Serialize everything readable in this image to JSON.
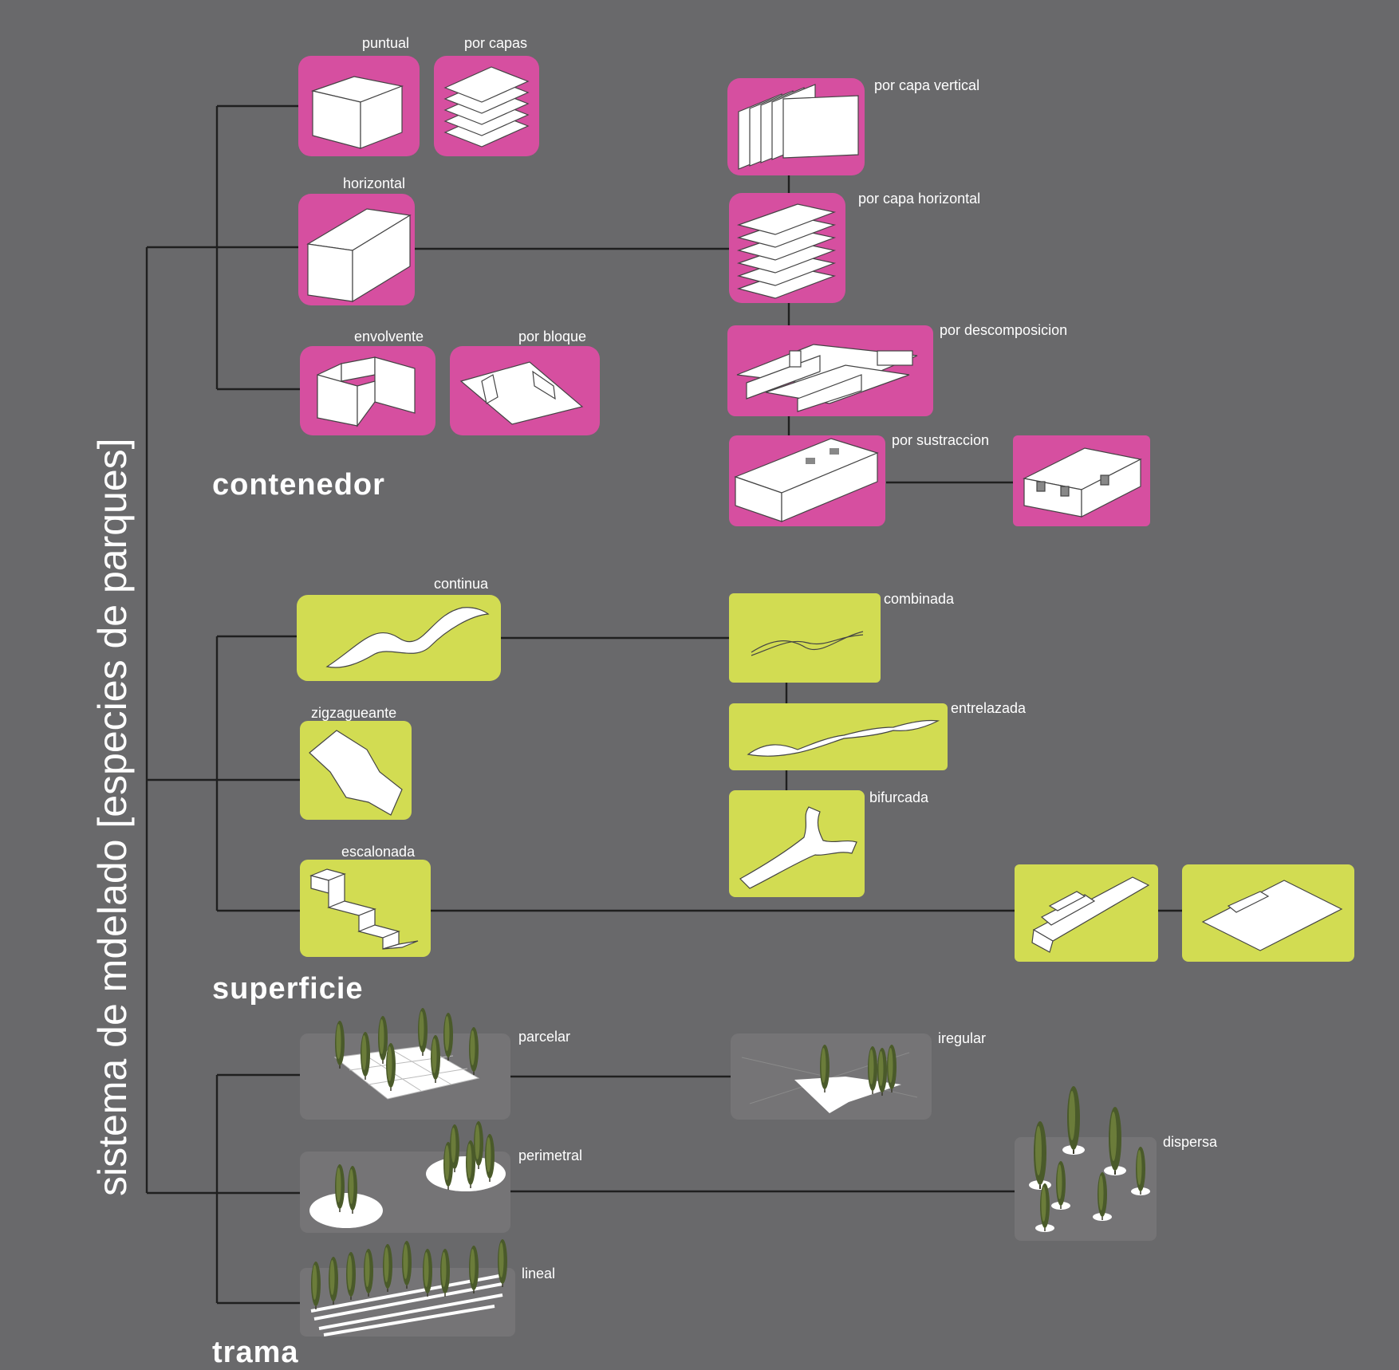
{
  "title": "sistema de mdelado  [especies de parques]",
  "colors": {
    "background": "#69696b",
    "contenedor": "#d64fa0",
    "superficie": "#d2dc52",
    "trama": "#757476"
  },
  "categories": {
    "contenedor": "contenedor",
    "superficie": "superficie",
    "trama": "trama"
  },
  "nodes": {
    "puntual": "puntual",
    "por_capas": "por capas",
    "horizontal": "horizontal",
    "envolvente": "envolvente",
    "por_bloque": "por bloque",
    "por_capa_vertical": "por capa vertical",
    "por_capa_horizontal": "por capa horizontal",
    "por_descomposicion": "por descomposicion",
    "por_sustraccion": "por sustraccion",
    "continua": "continua",
    "zigzagueante": "zigzagueante",
    "escalonada": "escalonada",
    "combinada": "combinada",
    "entrelazada": "entrelazada",
    "bifurcada": "bifurcada",
    "parcelar": "parcelar",
    "perimetral": "perimetral",
    "lineal": "lineal",
    "iregular": "iregular",
    "dispersa": "dispersa"
  }
}
